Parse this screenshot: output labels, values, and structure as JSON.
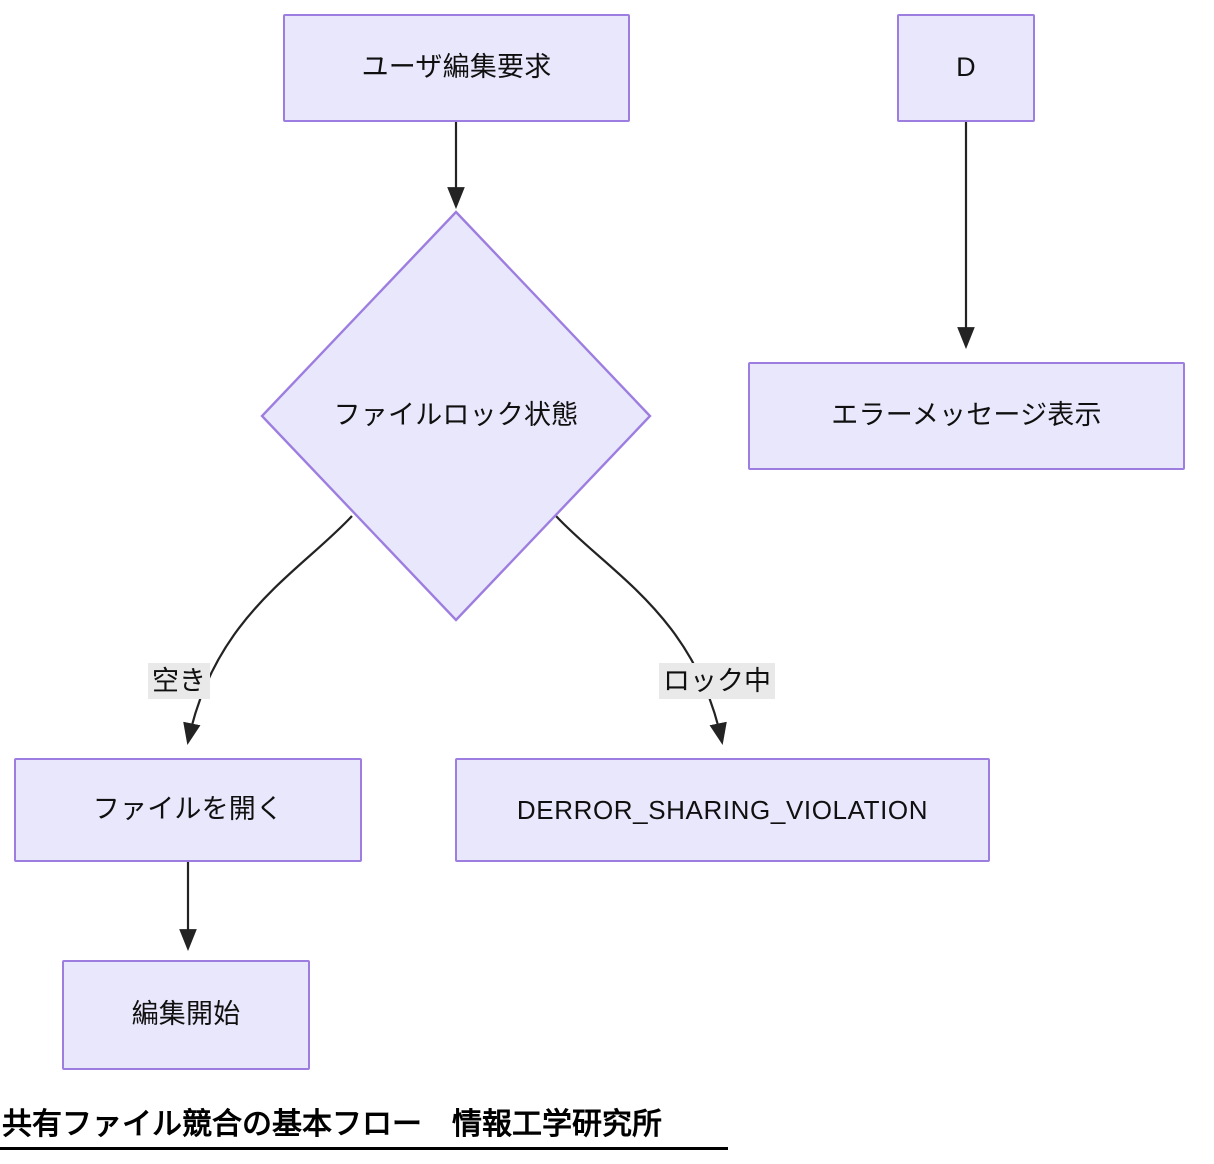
{
  "diagram": {
    "type": "flowchart",
    "direction": "top-down",
    "theme": {
      "node_fill": "#e9e7fb",
      "node_border": "#9d7ee0",
      "edge_stroke": "#232323",
      "edge_label_bg": "#e9e9e9",
      "text_color": "#101010",
      "canvas_bg": "#ffffff"
    },
    "nodes": [
      {
        "id": "A",
        "shape": "rect",
        "label": "ユーザ編集要求"
      },
      {
        "id": "B",
        "shape": "diamond",
        "label": "ファイルロック状態"
      },
      {
        "id": "C",
        "shape": "rect",
        "label": "ファイルを開く"
      },
      {
        "id": "E",
        "shape": "rect",
        "label": "編集開始"
      },
      {
        "id": "F",
        "shape": "rect",
        "label": "DERROR_SHARING_VIOLATION"
      },
      {
        "id": "D",
        "shape": "rect",
        "label": "D"
      },
      {
        "id": "G",
        "shape": "rect",
        "label": "エラーメッセージ表示"
      }
    ],
    "edges": [
      {
        "from": "A",
        "to": "B",
        "label": ""
      },
      {
        "from": "B",
        "to": "C",
        "label": "空き"
      },
      {
        "from": "B",
        "to": "F",
        "label": "ロック中"
      },
      {
        "from": "C",
        "to": "E",
        "label": ""
      },
      {
        "from": "D",
        "to": "G",
        "label": ""
      }
    ]
  },
  "caption": {
    "text": "共有ファイル競合の基本フロー　情報工学研究所"
  }
}
